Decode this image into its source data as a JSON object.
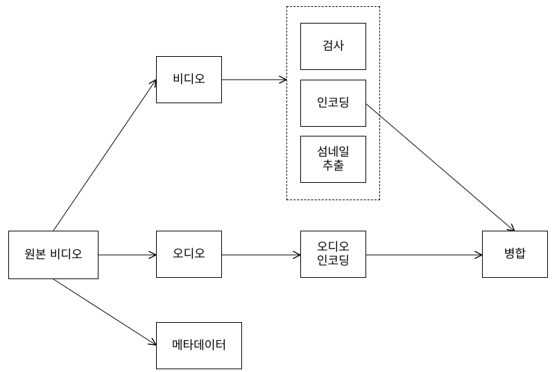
{
  "nodes": {
    "source_video": "원본 비디오",
    "video": "비디오",
    "inspection": "검사",
    "encoding": "인코딩",
    "thumbnail_extraction": "섬네일\n추출",
    "audio": "오디오",
    "audio_encoding": "오디오\n인코딩",
    "merge": "병합",
    "metadata": "메타데이터"
  },
  "edges": [
    {
      "from": "source_video",
      "to": "video"
    },
    {
      "from": "source_video",
      "to": "audio"
    },
    {
      "from": "source_video",
      "to": "metadata"
    },
    {
      "from": "video",
      "to": "video_processing_group"
    },
    {
      "from": "audio",
      "to": "audio_encoding"
    },
    {
      "from": "audio_encoding",
      "to": "merge"
    },
    {
      "from": "encoding",
      "to": "merge"
    }
  ],
  "groups": [
    {
      "id": "video_processing_group",
      "members": [
        "inspection",
        "encoding",
        "thumbnail_extraction"
      ],
      "border": "dashed"
    }
  ]
}
